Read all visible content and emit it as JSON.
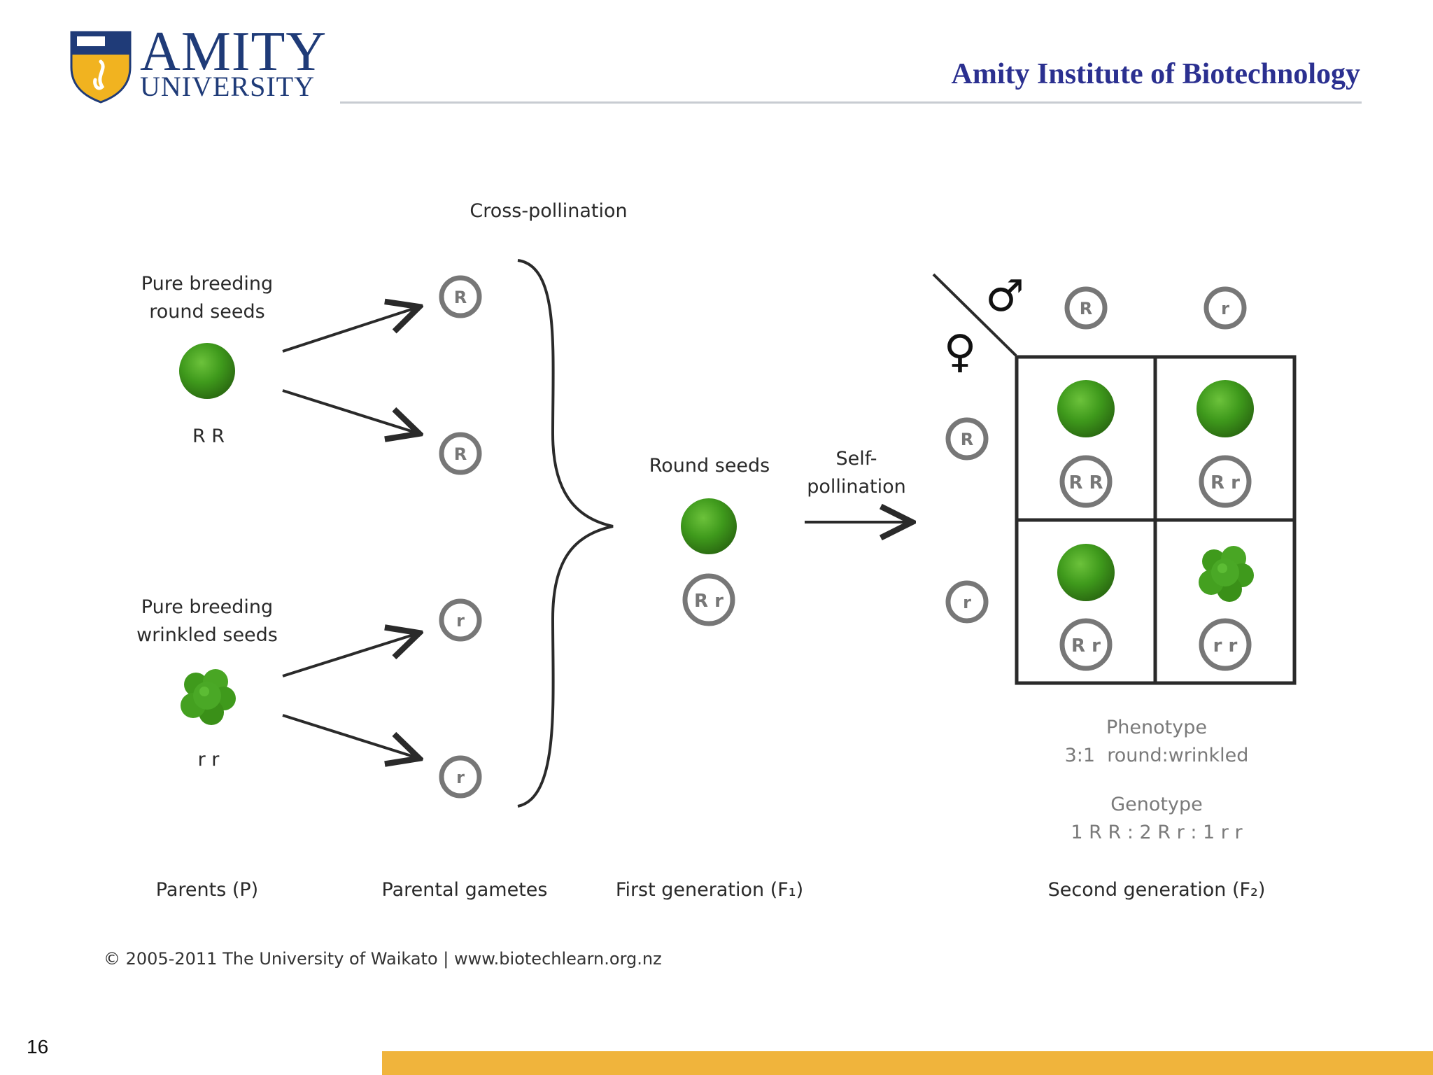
{
  "header": {
    "logo_amity": "AMITY",
    "logo_university": "UNIVERSITY",
    "institute": "Amity Institute of Biotechnology"
  },
  "slide": {
    "page_number": "16"
  },
  "footer": {
    "copyright": "© 2005-2011 The University of Waikato | www.biotechlearn.org.nz"
  },
  "diagram": {
    "cross_pollination": "Cross-pollination",
    "parent_round_line1": "Pure breeding",
    "parent_round_line2": "round seeds",
    "parent_round_genotype": "R R",
    "parent_wrinkled_line1": "Pure breeding",
    "parent_wrinkled_line2": "wrinkled seeds",
    "parent_wrinkled_genotype": "r r",
    "gametes": [
      "R",
      "R",
      "r",
      "r"
    ],
    "f1_label": "Round seeds",
    "f1_genotype": "R r",
    "self_pollination_line1": "Self-",
    "self_pollination_line2": "pollination",
    "male_symbol": "♂",
    "female_symbol": "♀",
    "male_gametes": [
      "R",
      "r"
    ],
    "female_gametes": [
      "R",
      "r"
    ],
    "punnett_cells": [
      {
        "genotype": "R R",
        "seed": "round"
      },
      {
        "genotype": "R r",
        "seed": "round"
      },
      {
        "genotype": "R r",
        "seed": "round"
      },
      {
        "genotype": "r r",
        "seed": "wrinkled"
      }
    ],
    "phenotype_title": "Phenotype",
    "phenotype_ratio": "3:1  round:wrinkled",
    "genotype_title": "Genotype",
    "genotype_ratio": "1 R R : 2 R r : 1 r r",
    "col_parents": "Parents (P)",
    "col_gametes": "Parental gametes",
    "col_f1": "First generation (F₁)",
    "col_f2": "Second generation (F₂)"
  },
  "colors": {
    "brand_blue": "#2b3090",
    "gold": "#f0b43c",
    "seed_green": "#3f9a1c",
    "seed_dark": "#2c6e12"
  }
}
